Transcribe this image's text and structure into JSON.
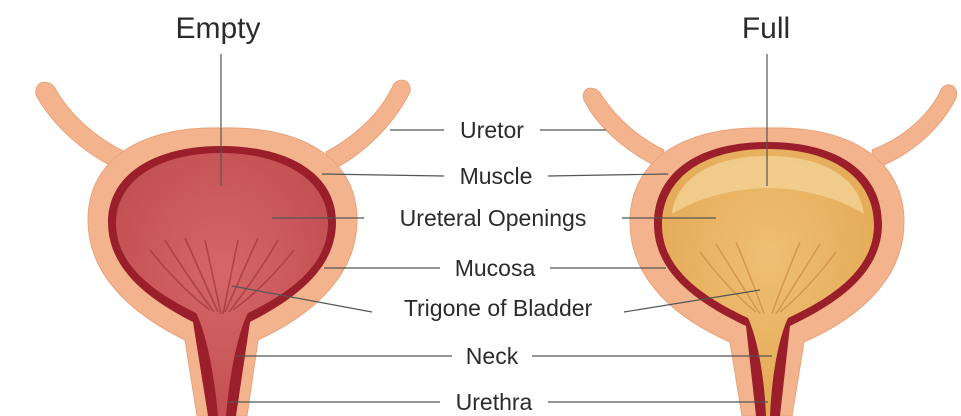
{
  "titles": {
    "empty": "Empty",
    "full": "Full"
  },
  "labels": {
    "uretor": "Uretor",
    "muscle": "Muscle",
    "ureteral_openings": "Ureteral Openings",
    "mucosa": "Mucosa",
    "trigone": "Trigone of Bladder",
    "neck": "Neck",
    "urethra": "Urethra"
  },
  "colors": {
    "outer_tissue": "#f3b48d",
    "muscle_wall": "#9a1f2b",
    "empty_lumen": "#cf5b5e",
    "full_lumen": "#ebb463",
    "full_lumen_highlight": "#f2d092",
    "leader_line": "#555555",
    "text": "#2b2b2b"
  }
}
